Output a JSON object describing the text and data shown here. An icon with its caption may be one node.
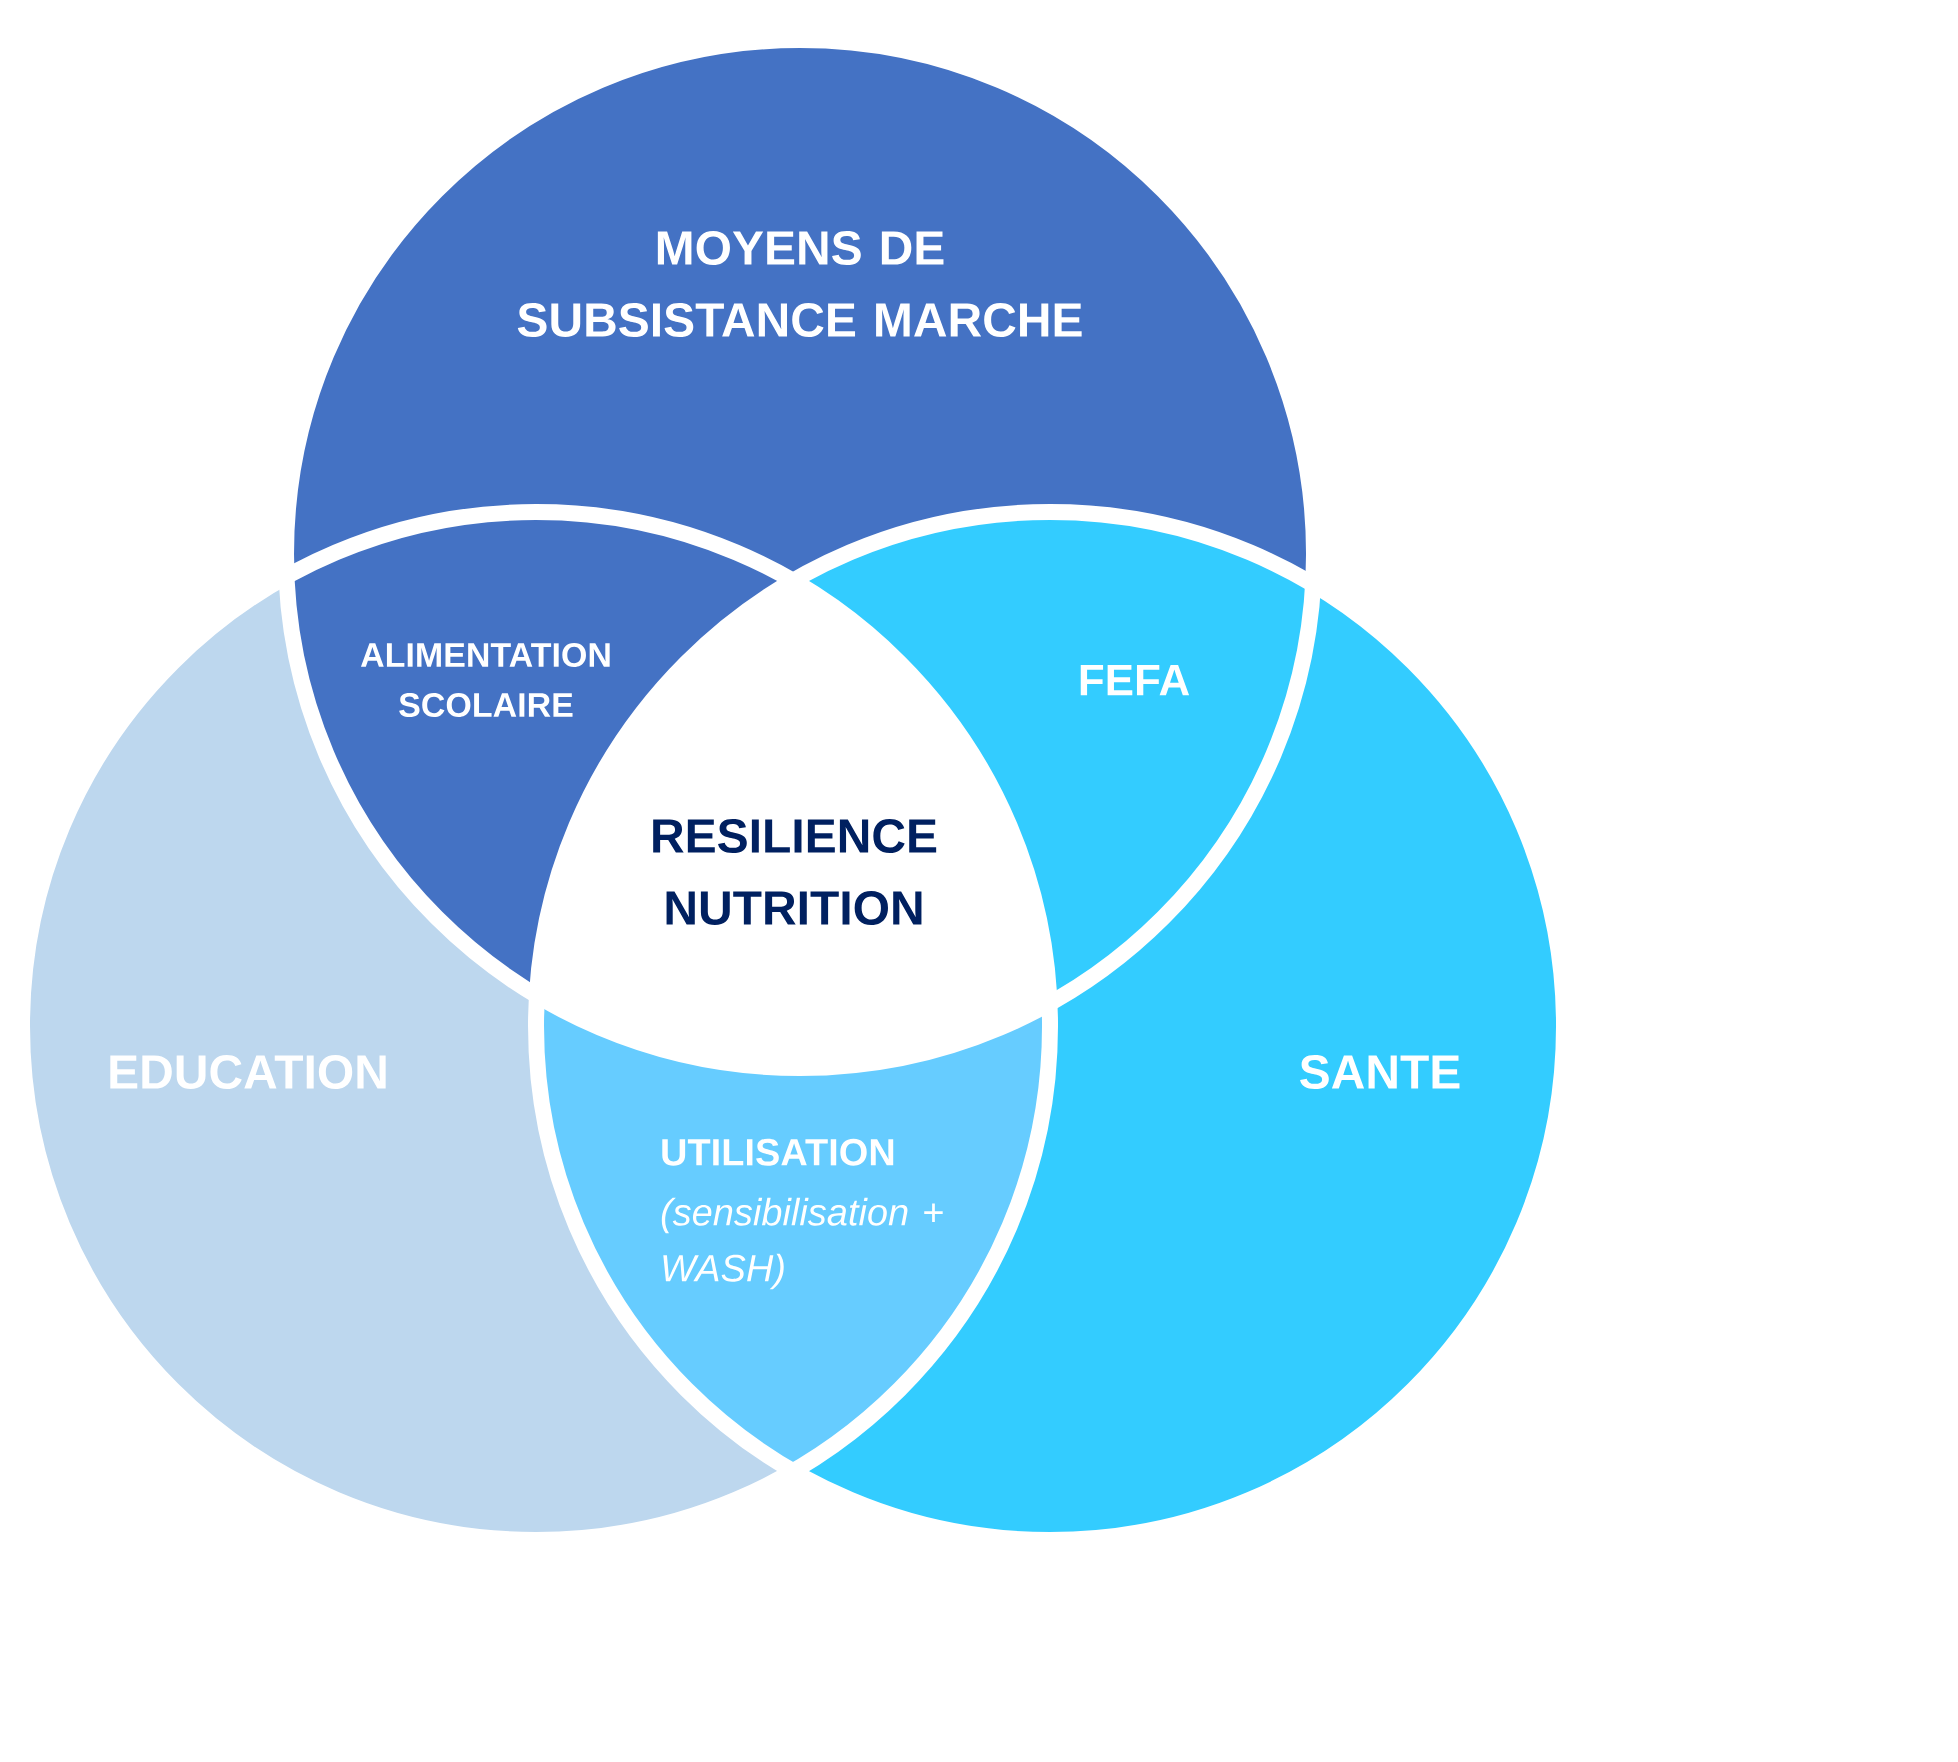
{
  "diagram": {
    "nodes": [
      {
        "text": [
          "MOYENS DE SUBSISTANCE MARCHE"
        ]
      },
      {
        "text": [
          "ALIMENTATION SCOLAIRE"
        ]
      },
      {
        "text": [
          "FEFA"
        ]
      },
      {
        "text": [
          "RESILIENCE NUTRITION"
        ]
      },
      {
        "text": [
          "EDUCATION"
        ]
      },
      {
        "text": [
          "SANTE"
        ]
      },
      {
        "text": [
          "UTILISATION",
          "(sensibilisation + WASH)"
        ]
      }
    ]
  }
}
